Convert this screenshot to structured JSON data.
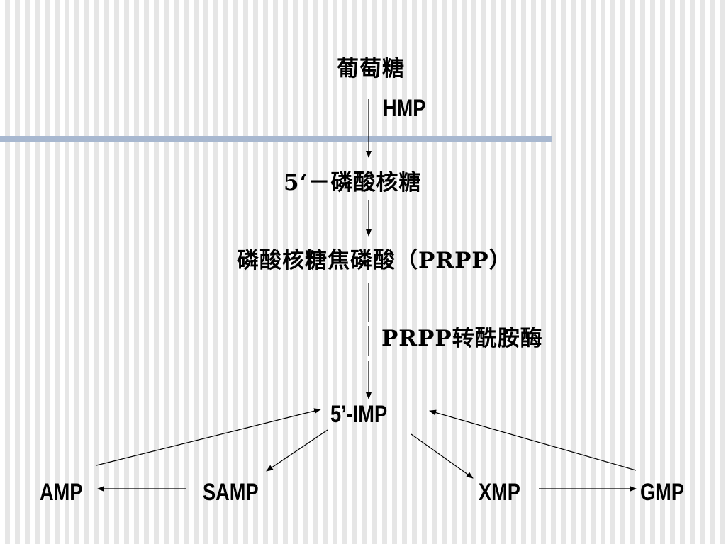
{
  "nodes": {
    "glucose": "葡萄糖",
    "hmp": "HMP",
    "ribose5p": "5‘－磷酸核糖",
    "prpp": "磷酸核糖焦磷酸（PRPP）",
    "enzyme": "PRPP转酰胺酶",
    "imp": "5’-IMP",
    "amp": "AMP",
    "samp": "SAMP",
    "xmp": "XMP",
    "gmp": "GMP"
  },
  "colors": {
    "divider": "#a8b8d0",
    "stripe_light": "#ffffff",
    "stripe_dark": "#e6e6e6",
    "text": "#000000"
  }
}
